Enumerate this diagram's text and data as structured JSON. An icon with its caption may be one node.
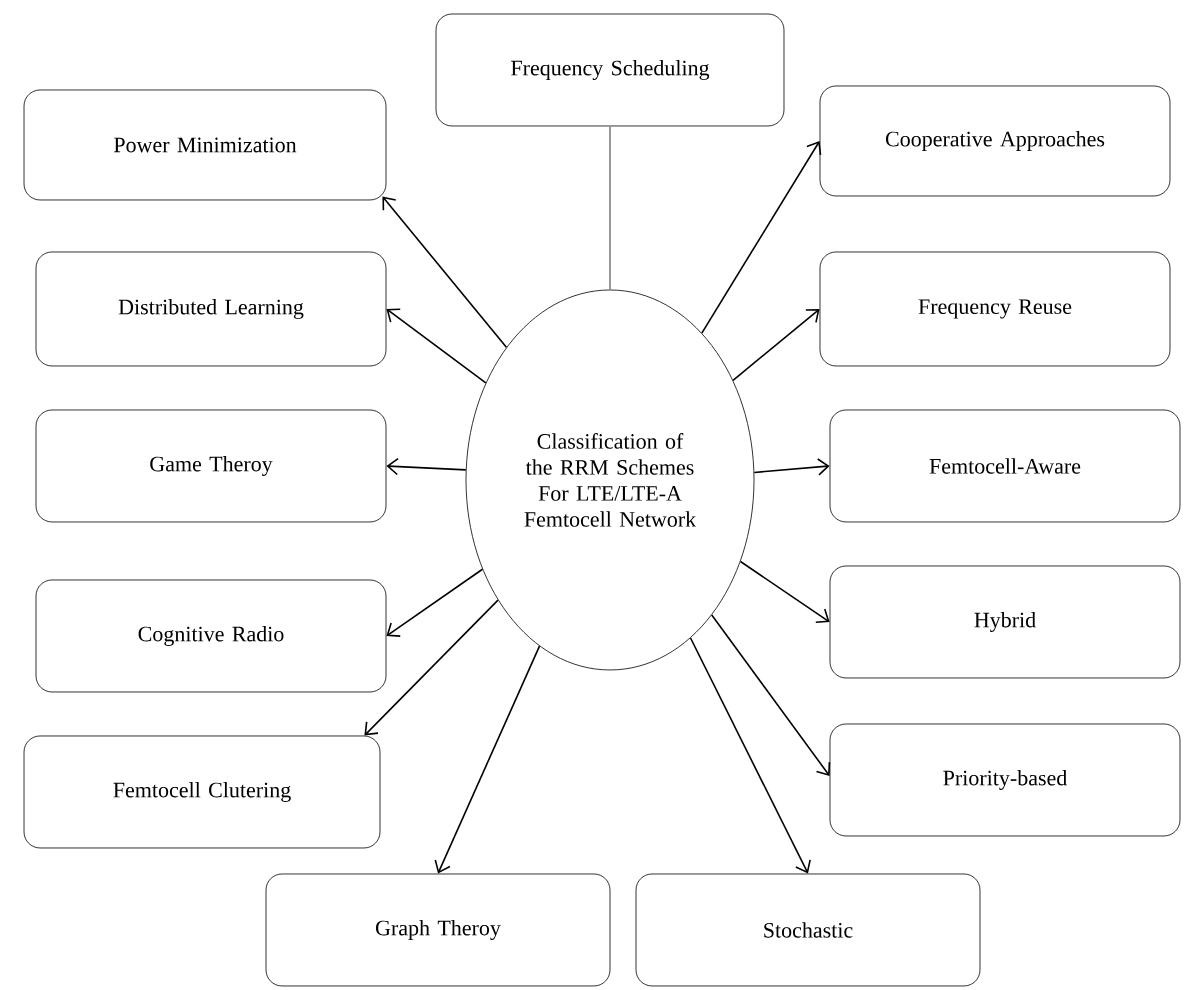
{
  "diagram": {
    "nodes": [
      {
        "text": [
          "Classification of the RRM Schemes For LTE/LTE-A Femtocell Network"
        ]
      },
      {
        "text": [
          "Frequency Scheduling"
        ]
      },
      {
        "text": [
          "Power Minimization"
        ]
      },
      {
        "text": [
          "Cooperative Approaches"
        ]
      },
      {
        "text": [
          "Distributed Learning"
        ]
      },
      {
        "text": [
          "Frequency Reuse"
        ]
      },
      {
        "text": [
          "Game Theroy"
        ]
      },
      {
        "text": [
          "Femtocell-Aware"
        ]
      },
      {
        "text": [
          "Cognitive Radio"
        ]
      },
      {
        "text": [
          "Hybrid"
        ]
      },
      {
        "text": [
          "Femtocell Clutering"
        ]
      },
      {
        "text": [
          "Priority-based"
        ]
      },
      {
        "text": [
          "Graph Theroy"
        ]
      },
      {
        "text": [
          "Stochastic"
        ]
      }
    ],
    "edges": [
      {
        "from": 0,
        "to": 1,
        "arrow": "none",
        "color": "#7f7f7f"
      },
      {
        "from": 0,
        "to": 2,
        "arrow": "to"
      },
      {
        "from": 0,
        "to": 3,
        "arrow": "to"
      },
      {
        "from": 0,
        "to": 4,
        "arrow": "to"
      },
      {
        "from": 0,
        "to": 5,
        "arrow": "to"
      },
      {
        "from": 0,
        "to": 6,
        "arrow": "to"
      },
      {
        "from": 0,
        "to": 7,
        "arrow": "to"
      },
      {
        "from": 0,
        "to": 8,
        "arrow": "to"
      },
      {
        "from": 0,
        "to": 9,
        "arrow": "to"
      },
      {
        "from": 0,
        "to": 10,
        "arrow": "to"
      },
      {
        "from": 0,
        "to": 11,
        "arrow": "to"
      },
      {
        "from": 0,
        "to": 12,
        "arrow": "to"
      },
      {
        "from": 0,
        "to": 13,
        "arrow": "to"
      }
    ]
  }
}
